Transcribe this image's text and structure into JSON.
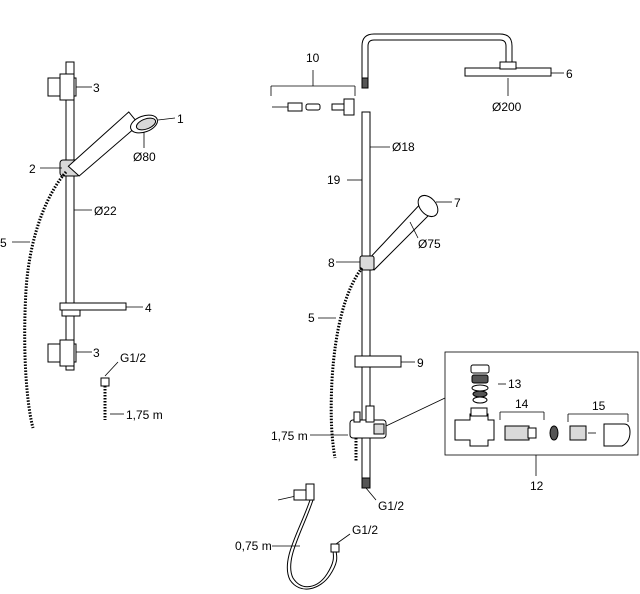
{
  "labels": {
    "p1": "1",
    "p2": "2",
    "p3a": "3",
    "p3b": "3",
    "p4": "4",
    "p5a": "5",
    "p5b": "5",
    "p6": "6",
    "p7": "7",
    "p8": "8",
    "p9": "9",
    "p10": "10",
    "p12": "12",
    "p13": "13",
    "p14": "14",
    "p15": "15",
    "p19": "19",
    "d80": "Ø80",
    "d22": "Ø22",
    "d200": "Ø200",
    "d18": "Ø18",
    "d75": "Ø75",
    "g12a": "G1/2",
    "g12b": "G1/2",
    "g12c": "G1/2",
    "len175a": "1,75 m",
    "len175b": "1,75 m",
    "len075": "0,75 m"
  }
}
